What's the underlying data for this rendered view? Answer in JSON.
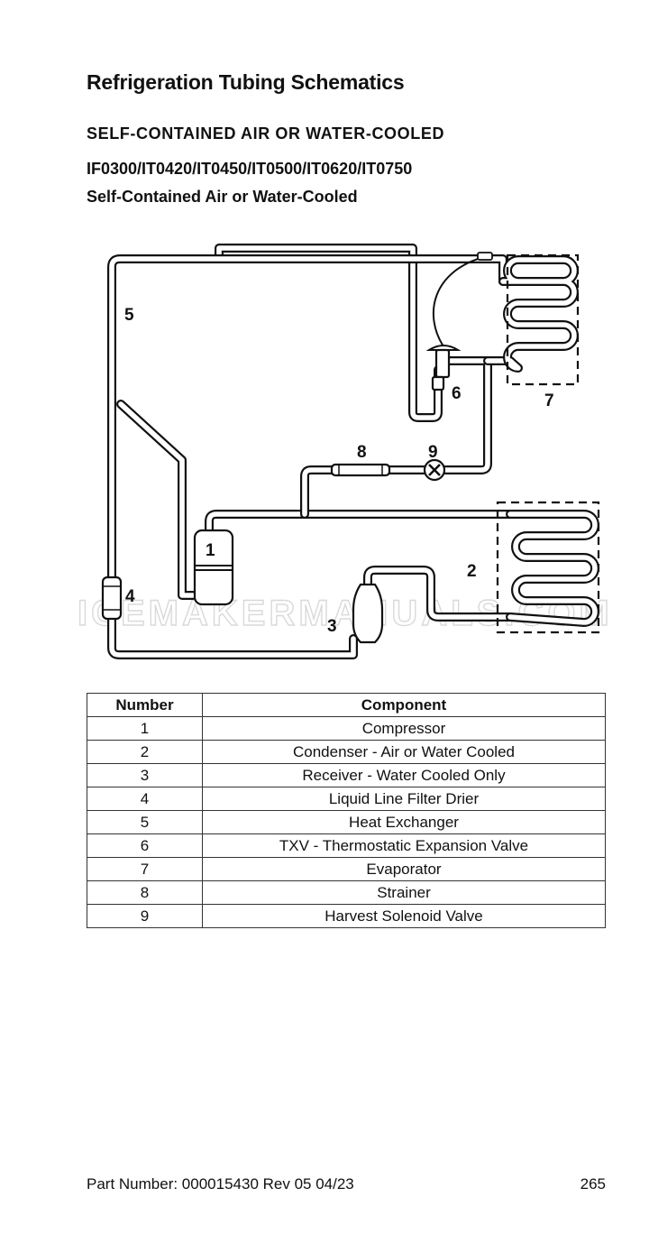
{
  "document": {
    "title": "Refrigeration Tubing Schematics",
    "section_heading": "SELF-CONTAINED AIR OR WATER-COOLED",
    "model_list": "IF0300/IT0420/IT0450/IT0500/IT0620/IT0750",
    "model_subtitle": "Self-Contained Air or Water-Cooled"
  },
  "schematic": {
    "callouts": [
      "1",
      "2",
      "3",
      "4",
      "5",
      "6",
      "7",
      "8",
      "9"
    ],
    "watermark": "ICEMAKERMANUALS.COM"
  },
  "legend": {
    "headers": [
      "Number",
      "Component"
    ],
    "rows": [
      {
        "number": "1",
        "component": "Compressor"
      },
      {
        "number": "2",
        "component": "Condenser - Air or Water Cooled"
      },
      {
        "number": "3",
        "component": "Receiver - Water Cooled Only"
      },
      {
        "number": "4",
        "component": "Liquid Line Filter Drier"
      },
      {
        "number": "5",
        "component": "Heat Exchanger"
      },
      {
        "number": "6",
        "component": "TXV - Thermostatic Expansion Valve"
      },
      {
        "number": "7",
        "component": "Evaporator"
      },
      {
        "number": "8",
        "component": "Strainer"
      },
      {
        "number": "9",
        "component": "Harvest Solenoid Valve"
      }
    ]
  },
  "footer": {
    "part_number": "Part Number: 000015430 Rev 05 04/23",
    "page_number": "265"
  }
}
